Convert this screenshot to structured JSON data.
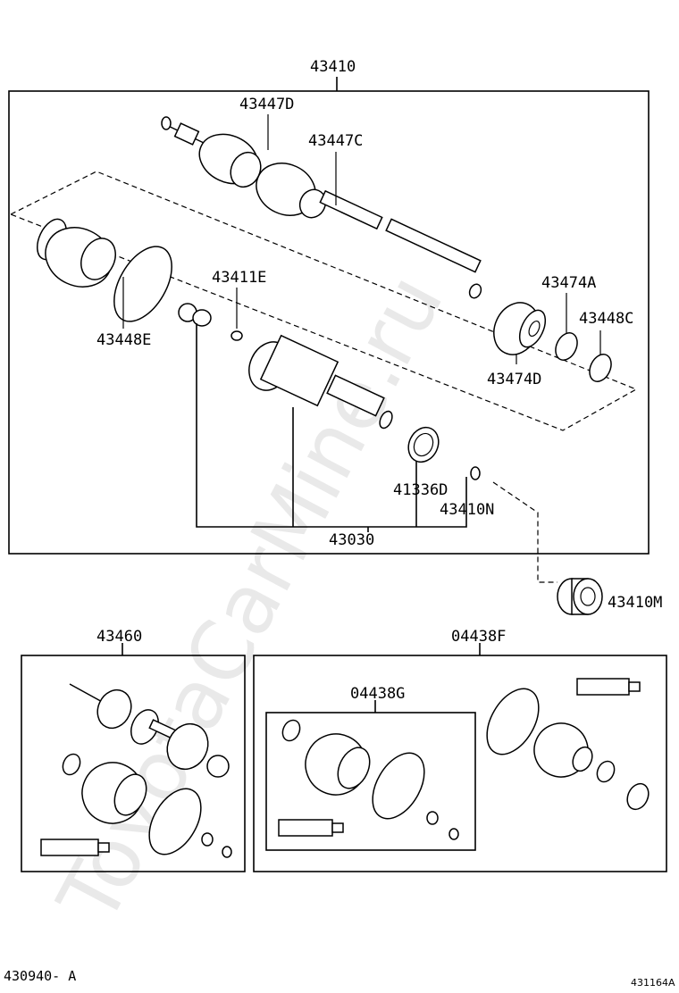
{
  "labels": {
    "p43410": "43410",
    "p43447D": "43447D",
    "p43447C": "43447C",
    "p43411E": "43411E",
    "p43474A": "43474A",
    "p43448C": "43448C",
    "p43448E": "43448E",
    "p43474D": "43474D",
    "p41336D": "41336D",
    "p43410N": "43410N",
    "p43030": "43030",
    "p43410M": "43410M",
    "p43460": "43460",
    "p04438F": "04438F",
    "p04438G": "04438G"
  },
  "footer": {
    "left": "430940- A",
    "right": "431164A"
  },
  "watermark": "ToyotaCarMine.ru"
}
